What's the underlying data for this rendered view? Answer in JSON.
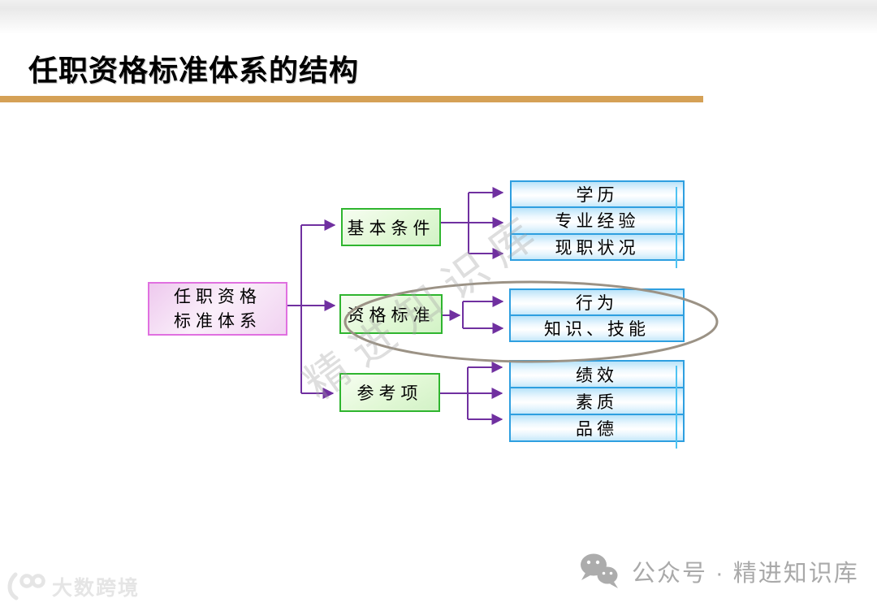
{
  "slide": {
    "title": "任职资格标准体系的结构"
  },
  "watermark": {
    "text": "精进知识库"
  },
  "diagram": {
    "root": {
      "line1": "任职资格",
      "line2": "标准体系"
    },
    "branches": [
      {
        "label": "基本条件",
        "children": [
          "学历",
          "专业经验",
          "现职状况"
        ]
      },
      {
        "label": "资格标准",
        "children": [
          "行为",
          "知识、技能"
        ],
        "highlighted": true
      },
      {
        "label": "参考项",
        "children": [
          "绩效",
          "素质",
          "品德"
        ]
      }
    ]
  },
  "footer": {
    "left_logo_text": "大数跨境",
    "right_text": "公众号 · 精进知识库"
  },
  "colors": {
    "gold": "#D5A156",
    "line-purple": "#7030A0",
    "green-border": "#2FB52F",
    "pink-border": "#E070E0",
    "blue-border": "#2E9FE0",
    "cyan-line": "#4EC3F2",
    "ellipse-gray": "#9B9285",
    "footer-gray": "#A9A9A9",
    "logo-gray": "#E5E5E5"
  }
}
